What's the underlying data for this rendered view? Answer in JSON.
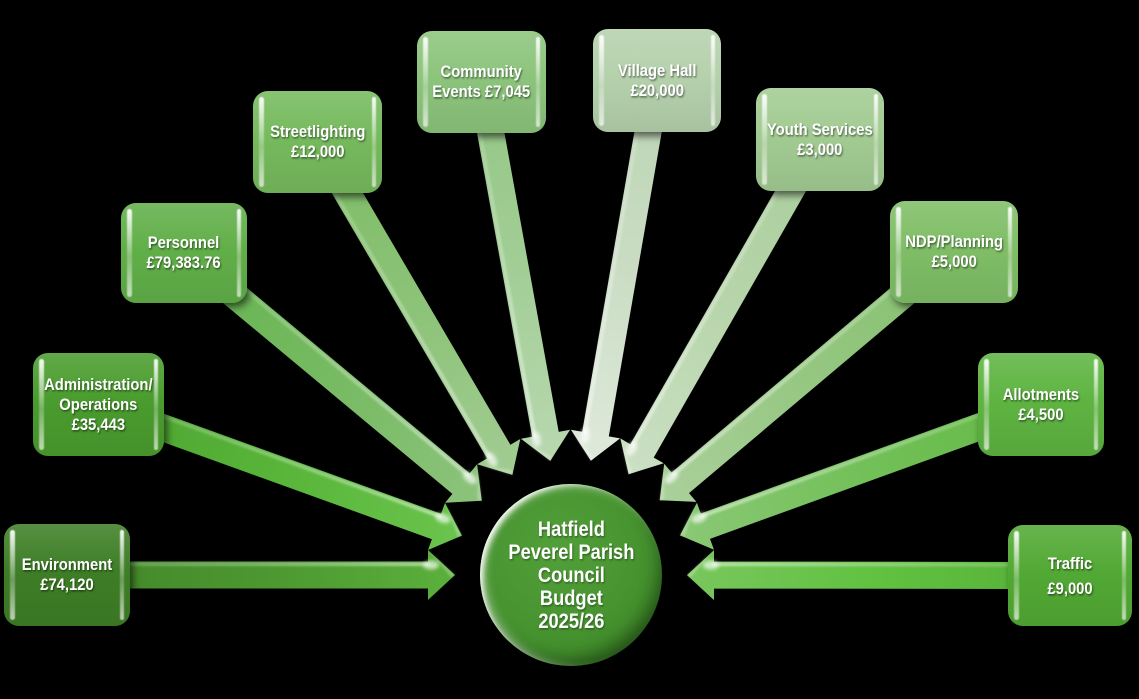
{
  "hub": {
    "lines": [
      "Hatfield",
      "Peverel Parish",
      "Council",
      "Budget",
      "2025/26"
    ],
    "color": "#479330"
  },
  "nodes": [
    {
      "id": "environment",
      "lines": [
        "Environment",
        "£74,120"
      ],
      "color": "#3e7e26"
    },
    {
      "id": "administration-operations",
      "lines": [
        "Administration/",
        "Operations",
        "£35,443"
      ],
      "color": "#4a9c2e"
    },
    {
      "id": "personnel",
      "lines": [
        "Personnel",
        "£79,383.76"
      ],
      "color": "#61af49"
    },
    {
      "id": "streetlighting",
      "lines": [
        "Streetlighting",
        "£12,000"
      ],
      "color": "#76ba5d"
    },
    {
      "id": "community-events",
      "lines": [
        "Community",
        "Events £7,045"
      ],
      "color": "#8cc47c"
    },
    {
      "id": "village-hall",
      "lines": [
        "Village Hall",
        "£20,000"
      ],
      "color": "#b5d1ac"
    },
    {
      "id": "youth-services",
      "lines": [
        "Youth Services",
        "£3,000"
      ],
      "color": "#a2cb92"
    },
    {
      "id": "ndp-planning",
      "lines": [
        "NDP/Planning",
        "£5,000"
      ],
      "color": "#7fbe66"
    },
    {
      "id": "allotments",
      "lines": [
        "Allotments",
        "£4,500"
      ],
      "color": "#5eb441"
    },
    {
      "id": "traffic",
      "lines": [
        "Traffic",
        "£9,000"
      ],
      "color": "#52a934"
    }
  ]
}
